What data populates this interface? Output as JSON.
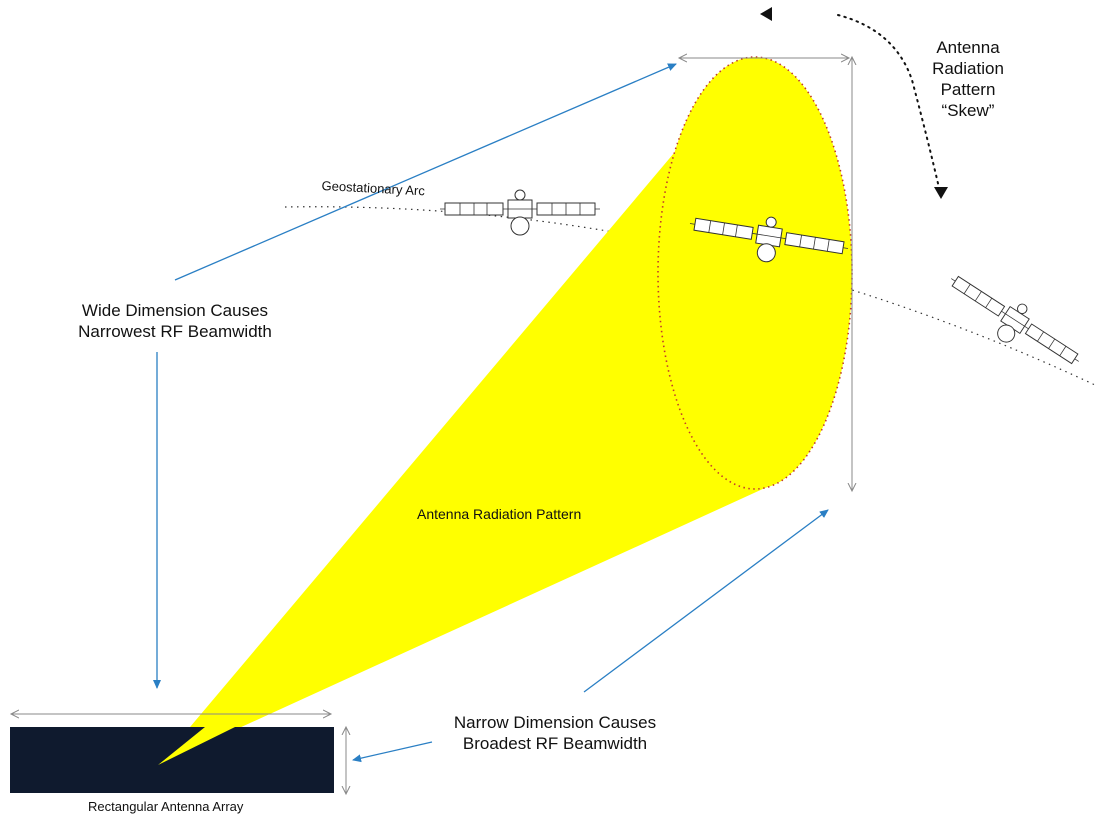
{
  "labels": {
    "geostationary_arc": "Geostationary Arc",
    "skew_line1": "Antenna",
    "skew_line2": "Radiation",
    "skew_line3": "Pattern",
    "skew_line4": "“Skew”",
    "wide_line1": "Wide Dimension Causes",
    "wide_line2": "Narrowest RF Beamwidth",
    "pattern_label": "Antenna Radiation Pattern",
    "narrow_line1": "Narrow Dimension Causes",
    "narrow_line2": "Broadest RF Beamwidth",
    "array_label": "Rectangular Antenna Array"
  },
  "colors": {
    "beam_fill": "#ffff00",
    "beam_edge": "#c0392b",
    "array_fill": "#0f1a2e",
    "arrow_blue": "#2a7fc4",
    "dimension_gray": "#888888",
    "arc_dots": "#333333"
  },
  "icons": [
    "satellite-icon",
    "curved-skew-arrow-icon",
    "dimension-arrow-icon"
  ]
}
